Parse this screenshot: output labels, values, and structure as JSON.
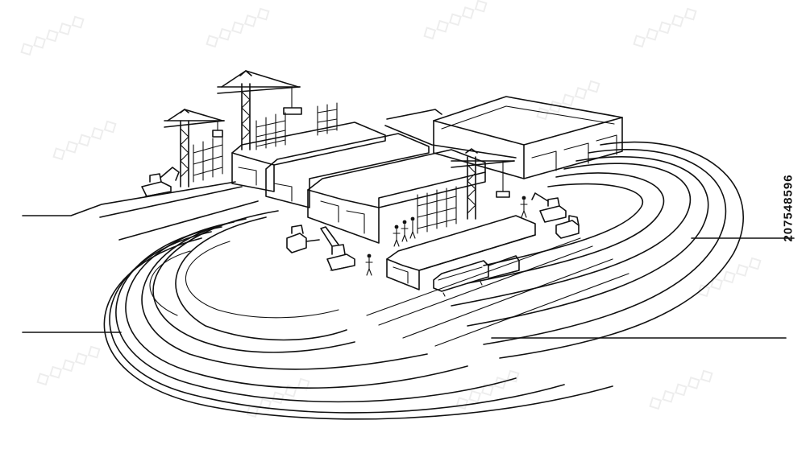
{
  "image": {
    "subject": "Construction site",
    "stock_id": "207548596",
    "watermark_mark": "stock watermark pattern"
  },
  "colors": {
    "line": "#111111",
    "background": "#ffffff"
  }
}
